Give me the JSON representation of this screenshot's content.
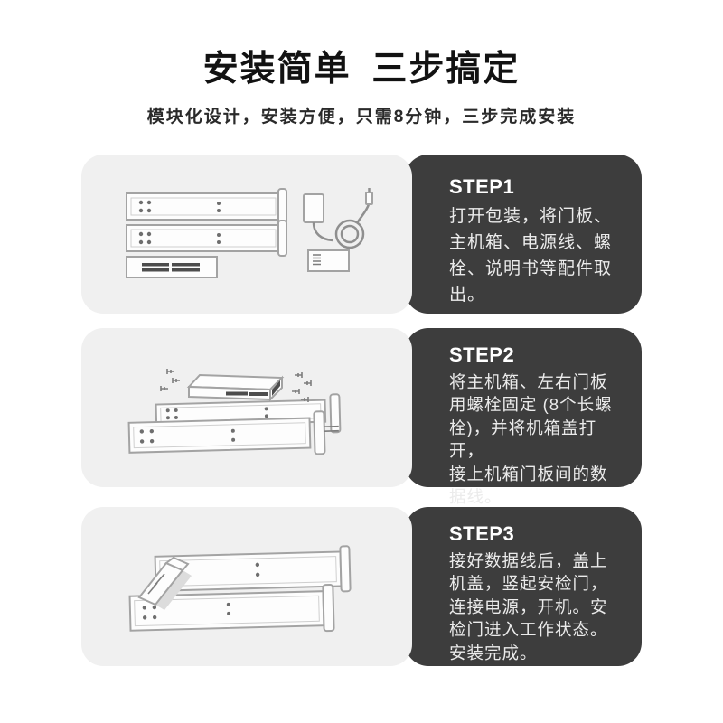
{
  "header": {
    "title": "安装简单 三步搞定",
    "subtitle": "模块化设计，安装方便，只需8分钟，三步完成安装"
  },
  "steps": [
    {
      "label": "STEP1",
      "text": "打开包装，将门板、\n主机箱、电源线、螺\n栓、说明书等配件取\n出。",
      "illustration": "unpacked-parts: two door panels, main unit box, power adapter with coiled cable, manual"
    },
    {
      "label": "STEP2",
      "text": "将主机箱、左右门板\n用螺栓固定 (8个长螺\n栓)，并将机箱盖打开，\n接上机箱门板间的数\n据线。",
      "illustration": "main unit box with screws being fixed onto left and right door panels"
    },
    {
      "label": "STEP3",
      "text": "接好数据线后，盖上\n机盖，竖起安检门，\n连接电源，开机。安\n检门进入工作状态。\n安装完成。",
      "illustration": "assembled security gate lying flat with main unit attached"
    }
  ],
  "colors": {
    "step_panel_dark": "#3d3d3d",
    "illustration_panel_light": "#f0f0f0",
    "title_text": "#121212",
    "step_text": "#ebebeb"
  }
}
